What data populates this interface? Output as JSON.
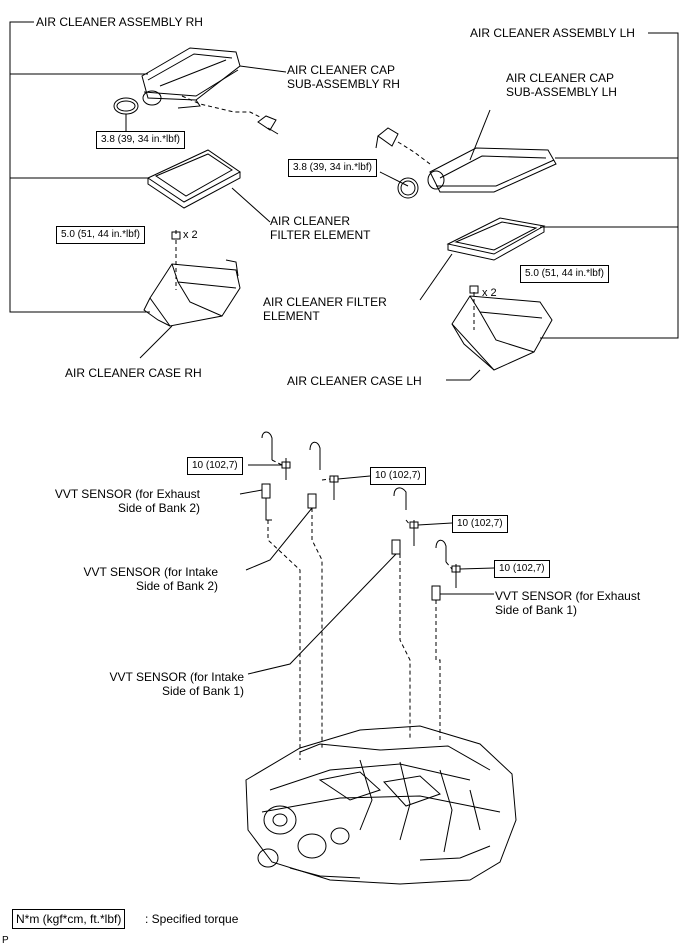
{
  "labels": {
    "assy_rh": "AIR CLEANER ASSEMBLY RH",
    "assy_lh": "AIR CLEANER ASSEMBLY LH",
    "cap_rh_1": "AIR CLEANER CAP",
    "cap_rh_2": "SUB-ASSEMBLY RH",
    "cap_lh_1": "AIR CLEANER CAP",
    "cap_lh_2": "SUB-ASSEMBLY LH",
    "filter_rh_1": "AIR CLEANER",
    "filter_rh_2": "FILTER ELEMENT",
    "filter_lh_1": "AIR CLEANER FILTER",
    "filter_lh_2": "ELEMENT",
    "case_rh": "AIR CLEANER CASE RH",
    "case_lh": "AIR CLEANER CASE LH",
    "vvt_ex2_1": "VVT SENSOR (for Exhaust",
    "vvt_ex2_2": "Side of Bank 2)",
    "vvt_in2_1": "VVT SENSOR (for Intake",
    "vvt_in2_2": "Side of Bank 2)",
    "vvt_in1_1": "VVT SENSOR (for Intake",
    "vvt_in1_2": "Side of Bank 1)",
    "vvt_ex1_1": "VVT SENSOR (for Exhaust",
    "vvt_ex1_2": "Side of Bank 1)"
  },
  "torques": {
    "clamp_rh": "3.8 (39, 34 in.*lbf)",
    "clamp_lh": "3.8 (39, 34 in.*lbf)",
    "case_rh": "5.0 (51, 44 in.*lbf)",
    "case_lh": "5.0 (51, 44 in.*lbf)",
    "vvt_a": "10 (102,7)",
    "vvt_b": "10 (102,7)",
    "vvt_c": "10 (102,7)",
    "vvt_d": "10 (102,7)"
  },
  "multipliers": {
    "case_rh": "x 2",
    "case_lh": "x 2"
  },
  "legend": {
    "unit": "N*m (kgf*cm, ft.*lbf)",
    "desc": ": Specified torque"
  },
  "footer": {
    "code": "P"
  }
}
